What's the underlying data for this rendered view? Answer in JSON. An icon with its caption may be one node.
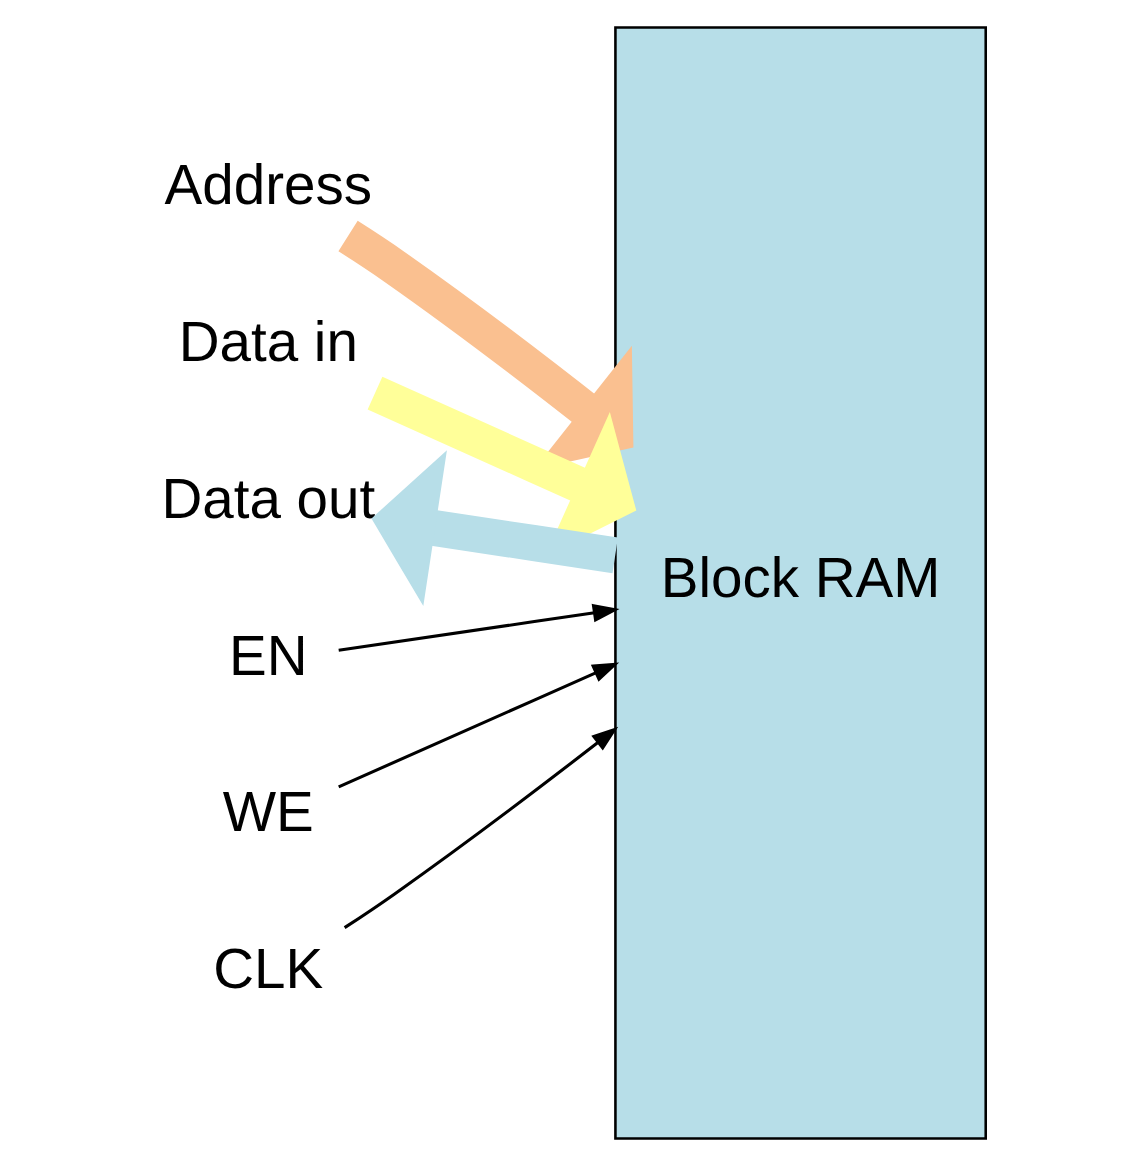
{
  "diagram": {
    "nodes": [
      {
        "text": [
          "Block RAM"
        ]
      },
      {
        "text": [
          "Address"
        ]
      },
      {
        "text": [
          "Data in"
        ]
      },
      {
        "text": [
          "Data out"
        ]
      },
      {
        "text": [
          "EN"
        ]
      },
      {
        "text": [
          "WE"
        ]
      },
      {
        "text": [
          "CLK"
        ]
      }
    ],
    "edges": [
      {
        "from": 1,
        "to": 0,
        "arrow": "to",
        "style": "thick",
        "color": "#fac090"
      },
      {
        "from": 2,
        "to": 0,
        "arrow": "to",
        "style": "thick",
        "color": "#ffff99"
      },
      {
        "from": 0,
        "to": 3,
        "arrow": "to",
        "style": "thick",
        "color": "#b7dee8"
      },
      {
        "from": 4,
        "to": 0,
        "arrow": "to"
      },
      {
        "from": 5,
        "to": 0,
        "arrow": "to"
      },
      {
        "from": 6,
        "to": 0,
        "arrow": "to"
      }
    ]
  }
}
